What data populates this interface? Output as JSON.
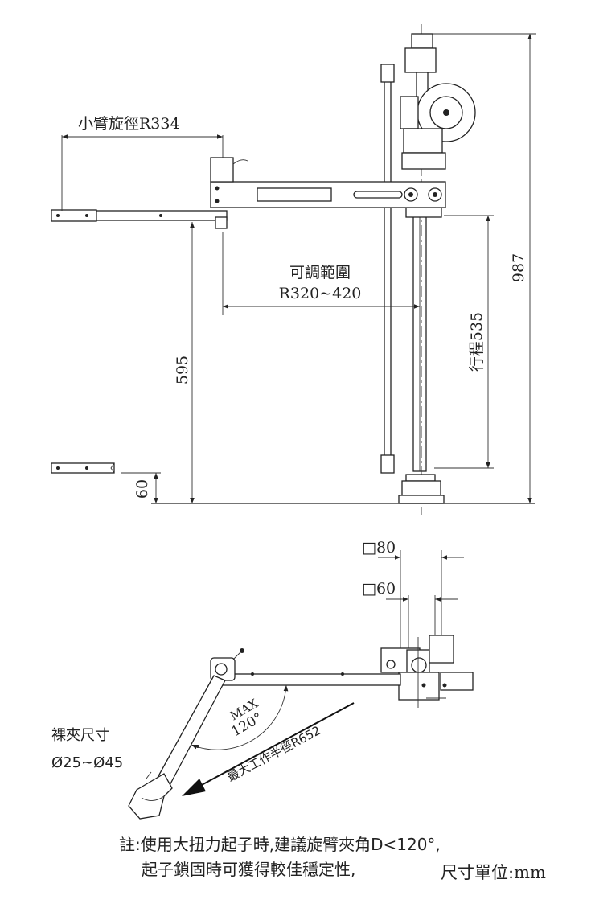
{
  "side_view": {
    "forearm_radius": "小臂旋徑R334",
    "adjust_range_line1": "可調範圍",
    "adjust_range_line2": "R320~420",
    "height_595": "595",
    "height_60": "60",
    "stroke": "行程535",
    "total_height": "987"
  },
  "top_view": {
    "square_80": "□80",
    "square_60": "□60",
    "max_label": "MAX",
    "angle_label": "120°",
    "max_radius": "最大工作半徑R652",
    "clamp_title": "裸夾尺寸",
    "clamp_range": "Ø25~Ø45"
  },
  "notes": {
    "line1": "註:使用大扭力起子時,建議旋臂夾角D<120°,",
    "line2": "起子鎖固時可獲得較佳穩定性,",
    "unit": "尺寸單位:mm"
  }
}
